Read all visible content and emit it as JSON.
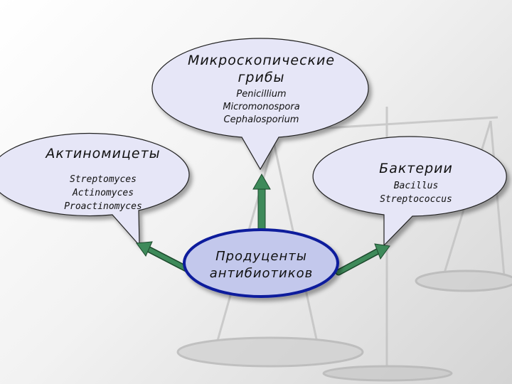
{
  "fungi": {
    "title_line1": "Микроскопические",
    "title_line2": "грибы",
    "items": [
      "Penicillium",
      "Micromonospora",
      "Cephalosporium"
    ]
  },
  "actinomycetes": {
    "title": "Актиномицеты",
    "items": [
      "Streptomyces",
      "Actinomyces",
      "Proactinomyces"
    ]
  },
  "bacteria": {
    "title": "Бактерии",
    "items": [
      "Bacillus",
      "Streptococcus"
    ]
  },
  "center": {
    "line1": "Продуценты",
    "line2": "антибиотиков"
  },
  "colors": {
    "bubble_fill": "#e6e6f7",
    "center_fill": "#c3c8ec",
    "center_border": "#0b1a9c",
    "arrow": "#3e8a5a"
  }
}
